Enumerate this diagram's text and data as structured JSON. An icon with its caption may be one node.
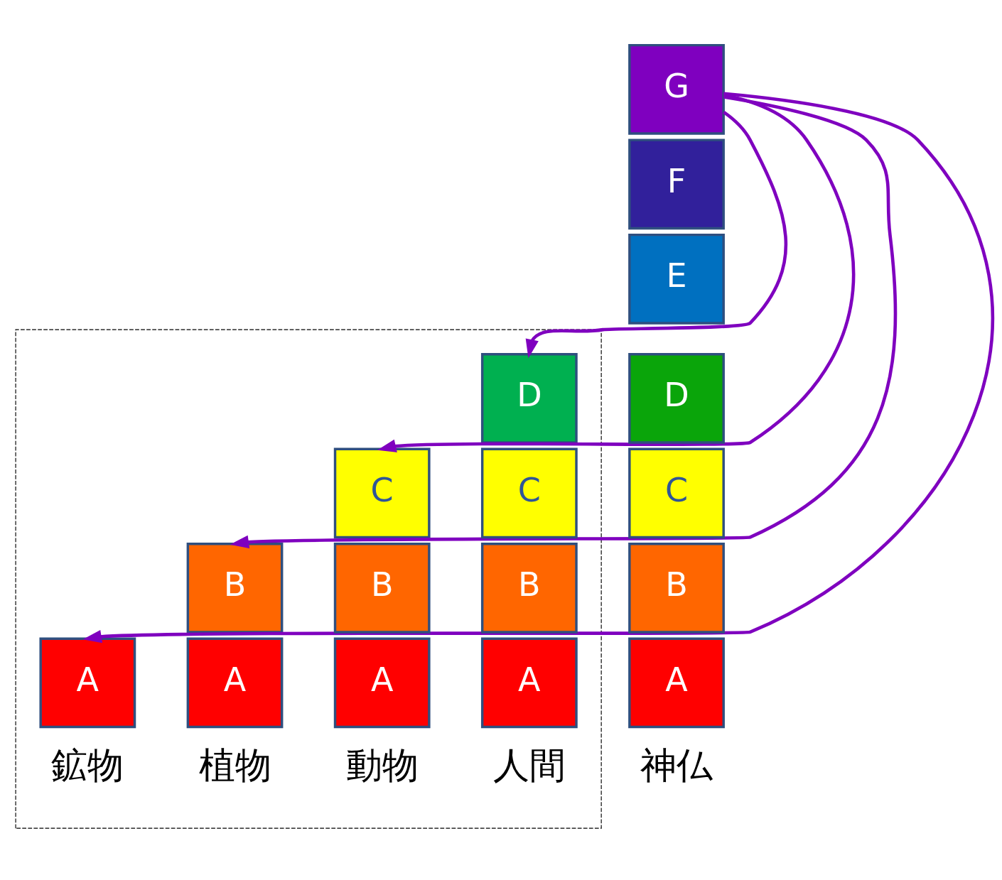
{
  "diagram": {
    "nodes": [
      {
        "text": [
          "G"
        ]
      },
      {
        "text": [
          "F"
        ]
      },
      {
        "text": [
          "E"
        ]
      },
      {
        "text": [
          "D"
        ]
      },
      {
        "text": [
          "C"
        ]
      },
      {
        "text": [
          "B"
        ]
      },
      {
        "text": [
          "A"
        ]
      },
      {
        "text": [],
        "shape": "box"
      },
      {
        "text": [
          "D"
        ],
        "in": 7
      },
      {
        "text": [
          "C"
        ],
        "in": 7
      },
      {
        "text": [
          "B"
        ],
        "in": 7
      },
      {
        "text": [
          "A"
        ],
        "in": 7
      },
      {
        "text": [
          "C"
        ],
        "in": 7
      },
      {
        "text": [
          "B"
        ],
        "in": 7
      },
      {
        "text": [
          "A"
        ],
        "in": 7
      },
      {
        "text": [
          "B"
        ],
        "in": 7
      },
      {
        "text": [
          "A"
        ],
        "in": 7
      },
      {
        "text": [
          "A"
        ],
        "in": 7
      }
    ],
    "edges": [
      {
        "from": 0,
        "to": 8,
        "arrow": "to"
      },
      {
        "from": 0,
        "to": 12,
        "arrow": "to"
      },
      {
        "from": 0,
        "to": 15,
        "arrow": "to"
      },
      {
        "from": 0,
        "to": 17,
        "arrow": "to"
      }
    ],
    "labels": [
      "神仏",
      "人間",
      "動物",
      "植物",
      "鉱物"
    ]
  }
}
